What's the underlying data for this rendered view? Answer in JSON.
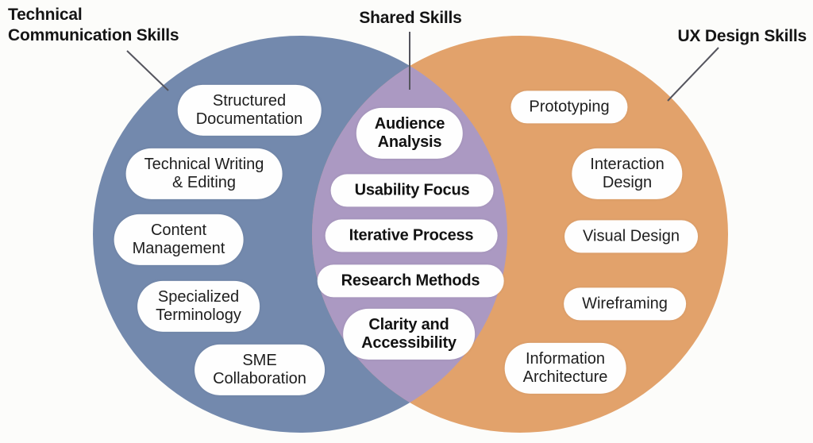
{
  "colors": {
    "background": "#fcfcfa",
    "left_circle": "#7389ad",
    "right_circle": "#e2a26b",
    "overlap": "#ab99c2",
    "bubble_background": "#fefefe",
    "text": "#1e1e1e",
    "connector_line": "#55555e"
  },
  "left": {
    "title": "Technical Communication Skills",
    "title_lines": [
      "Technical",
      "Communication Skills"
    ],
    "items": [
      [
        "Structured",
        "Documentation"
      ],
      [
        "Technical Writing",
        "& Editing"
      ],
      [
        "Content",
        "Management"
      ],
      [
        "Specialized",
        "Terminology"
      ],
      [
        "SME",
        "Collaboration"
      ]
    ]
  },
  "shared": {
    "title": "Shared Skills",
    "items": [
      [
        "Audience",
        "Analysis"
      ],
      [
        "Usability Focus"
      ],
      [
        "Iterative Process"
      ],
      [
        "Research Methods"
      ],
      [
        "Clarity and",
        "Accessibility"
      ]
    ]
  },
  "right": {
    "title": "UX Design Skills",
    "items": [
      [
        "Prototyping"
      ],
      [
        "Interaction",
        "Design"
      ],
      [
        "Visual Design"
      ],
      [
        "Wireframing"
      ],
      [
        "Information",
        "Architecture"
      ]
    ]
  }
}
